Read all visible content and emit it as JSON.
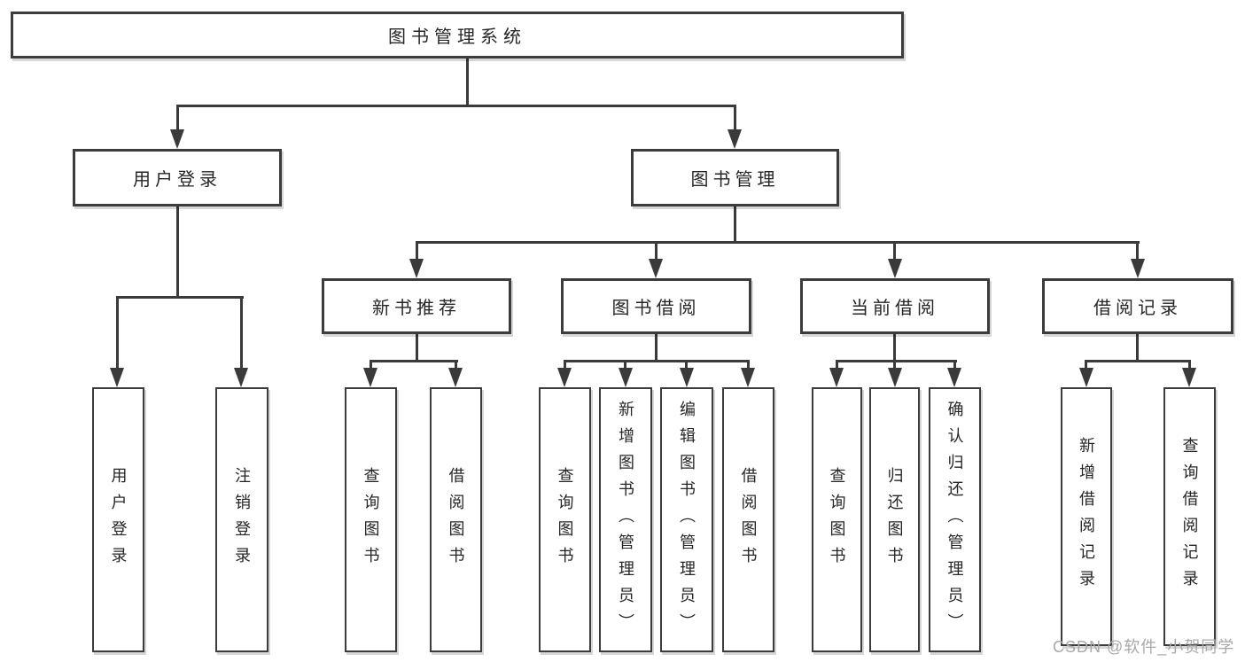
{
  "diagram": {
    "title": "图书管理系统",
    "tree": {
      "root": {
        "label": "图书管理系统"
      },
      "children": [
        {
          "label": "用户登录",
          "children": [
            {
              "label": "用户登录"
            },
            {
              "label": "注销登录"
            }
          ]
        },
        {
          "label": "图书管理",
          "children": [
            {
              "label": "新书推荐",
              "children": [
                {
                  "label": "查询图书"
                },
                {
                  "label": "借阅图书"
                }
              ]
            },
            {
              "label": "图书借阅",
              "children": [
                {
                  "label": "查询图书"
                },
                {
                  "label": "新增图书（管理员）"
                },
                {
                  "label": "编辑图书（管理员）"
                },
                {
                  "label": "借阅图书"
                }
              ]
            },
            {
              "label": "当前借阅",
              "children": [
                {
                  "label": "查询图书"
                },
                {
                  "label": "归还图书"
                },
                {
                  "label": "确认归还（管理员）"
                }
              ]
            },
            {
              "label": "借阅记录",
              "children": [
                {
                  "label": "新增借阅记录"
                },
                {
                  "label": "查询借阅记录"
                }
              ]
            }
          ]
        }
      ]
    },
    "colors": {
      "line": "#3a3a3a",
      "border": "#3c3c3c",
      "text": "#262626",
      "background": "#ffffff",
      "watermark": "#a8a8a8"
    }
  },
  "watermark": {
    "text": "CSDN @软件_小贺同学"
  }
}
